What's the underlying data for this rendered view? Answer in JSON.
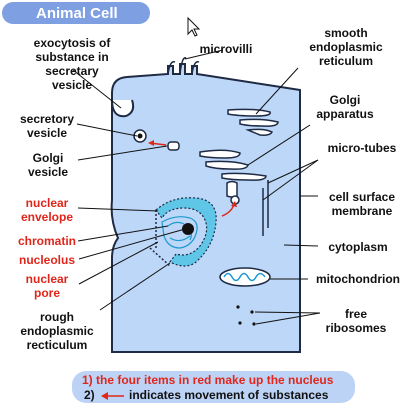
{
  "title": "Animal Cell",
  "labels": {
    "exocytosis": "exocytosis of\nsubstance in\nsecretary\nvesicle",
    "microvilli": "microvilli",
    "smooth_er": "smooth\nendoplasmic\nreticulum",
    "golgi_apparatus": "Golgi\napparatus",
    "secretory_vesicle": "secretory\nvesicle",
    "golgi_vesicle": "Golgi\nvesicle",
    "micro_tubes": "micro-tubes",
    "cell_surface_membrane": "cell surface\nmembrane",
    "nuclear_envelope": "nuclear\nenvelope",
    "chromatin": "chromatin",
    "nucleolus": "nucleolus",
    "nuclear_pore": "nuclear\npore",
    "cytoplasm": "cytoplasm",
    "mitochondrion": "mitochondrion",
    "rough_er": "rough\nendoplasmic\nrecticulum",
    "free_ribosomes": "free\nribosomes"
  },
  "legend": {
    "line1": "1) the four items in red make up the nucleus",
    "line2_prefix": "2)",
    "line2_text": "indicates movement of substances"
  },
  "colors": {
    "cell_fill": "#bcd7f7",
    "cell_stroke": "#1f2a44",
    "title_bg": "#7f9fe3",
    "nucleus_red": "#e0261b",
    "legend_bg": "#bcd3f5"
  }
}
